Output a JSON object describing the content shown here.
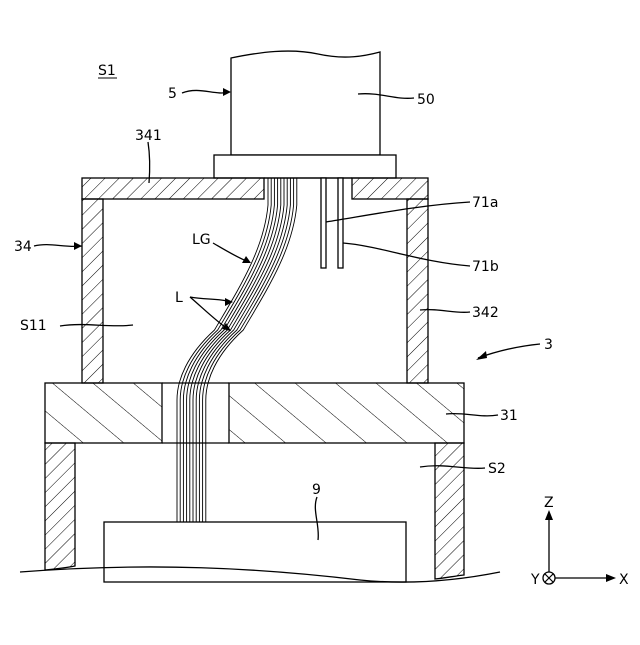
{
  "figure": {
    "sheet_label": "S1",
    "labels": {
      "l5": "5",
      "l50": "50",
      "l341": "341",
      "l34": "34",
      "lLG": "LG",
      "lL": "L",
      "lS11": "S11",
      "l71a": "71a",
      "l71b": "71b",
      "l342": "342",
      "l3": "3",
      "l31": "31",
      "lS2": "S2",
      "l9": "9"
    },
    "axes": {
      "z": "Z",
      "y": "Y",
      "x": "X"
    }
  }
}
